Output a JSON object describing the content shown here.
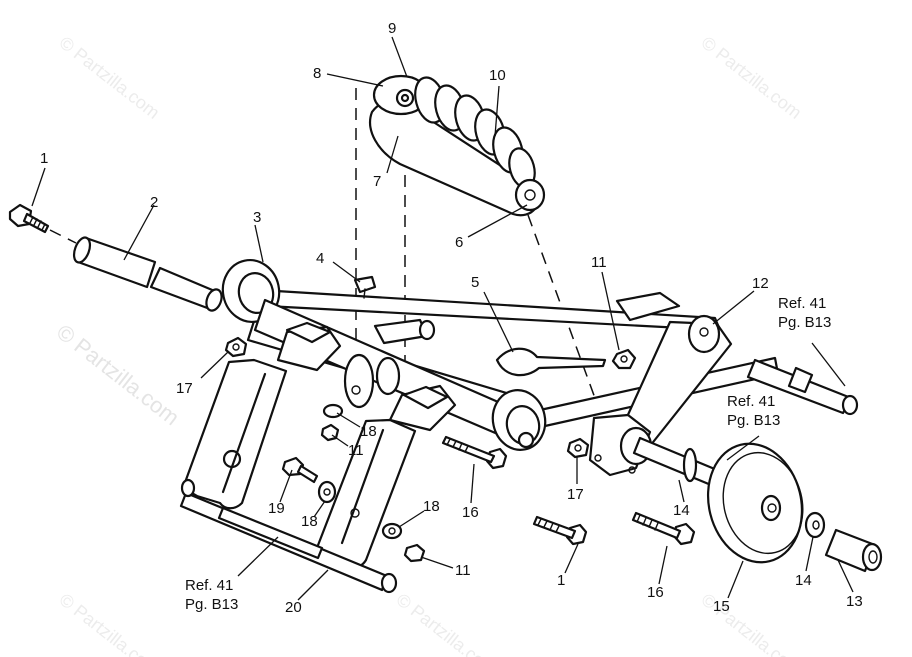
{
  "watermark": {
    "text": "© Partzilla.com",
    "copyright_symbol": "©"
  },
  "labels": {
    "p1_top": "1",
    "p2": "2",
    "p3": "3",
    "p4": "4",
    "p5": "5",
    "p6": "6",
    "p7": "7",
    "p8": "8",
    "p9": "9",
    "p10": "10",
    "p11_top": "11",
    "p11_mid": "11",
    "p11_low": "11",
    "p12": "12",
    "p13": "13",
    "p14_a": "14",
    "p14_b": "14",
    "p15": "15",
    "p16_a": "16",
    "p16_b": "16",
    "p17_a": "17",
    "p17_b": "17",
    "p18_a": "18",
    "p18_b": "18",
    "p18_c": "18",
    "p19": "19",
    "p20": "20",
    "p1_bottom": "1"
  },
  "references": {
    "right_top": {
      "ref": "Ref. 41",
      "page": "Pg. B13"
    },
    "right_mid": {
      "ref": "Ref. 41",
      "page": "Pg. B13"
    },
    "left_bottom": {
      "ref": "Ref. 41",
      "page": "Pg. B13"
    }
  },
  "colors": {
    "line": "#111111",
    "background": "#ffffff",
    "watermark": "#cfcfcf"
  }
}
